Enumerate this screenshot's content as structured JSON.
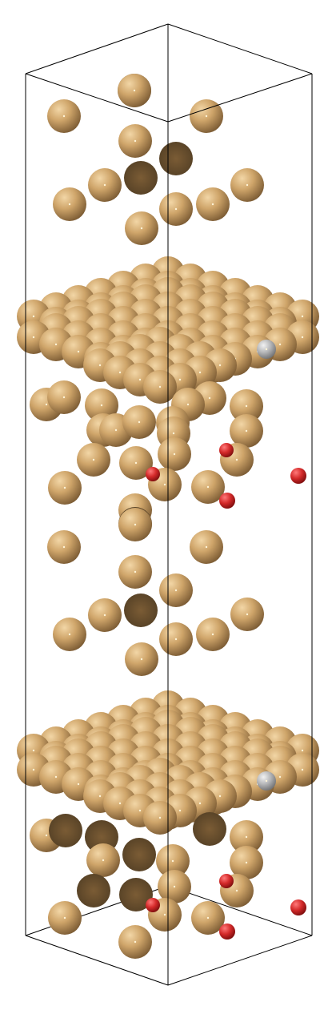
{
  "colors": {
    "background": "#ffffff",
    "cell_edge": "#000000",
    "gold": "#c9a36b",
    "gold_shadow": "#6e5433",
    "silver": "#a9aaac",
    "red": "#c81e1e"
  },
  "atom_types": [
    "gold-atom",
    "silver-atom",
    "oxygen-atom"
  ]
}
